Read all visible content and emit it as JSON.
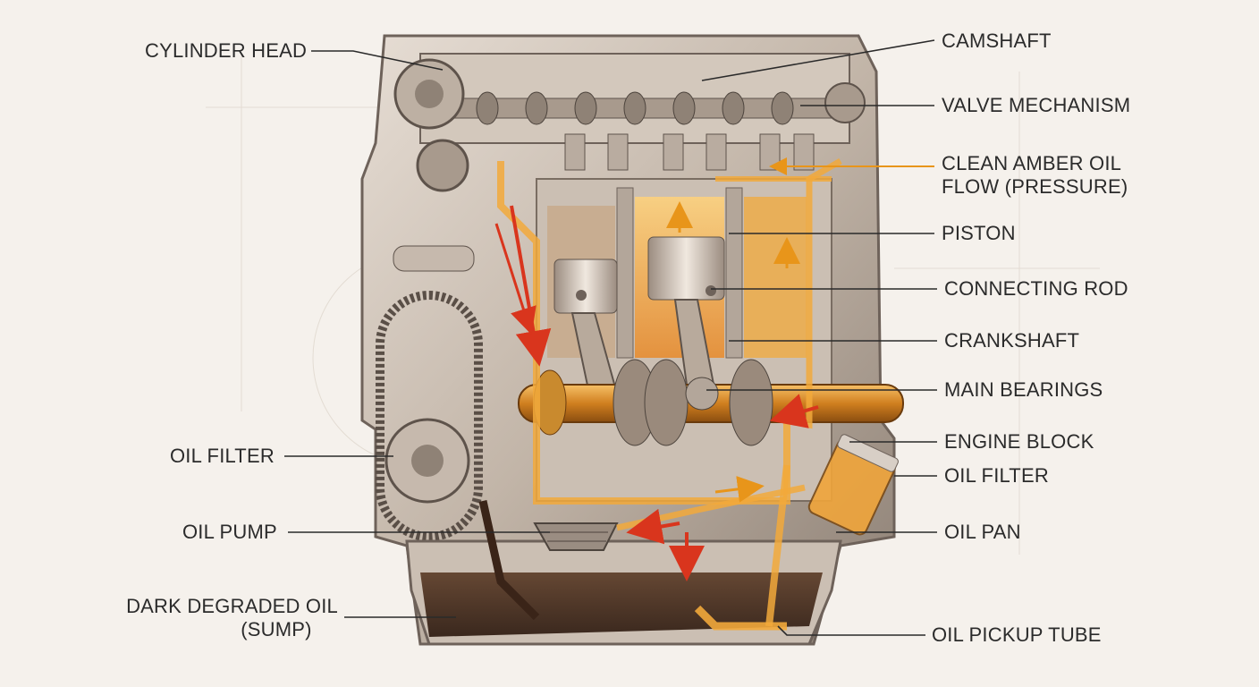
{
  "labels": {
    "cylinder_head": "CYLINDER HEAD",
    "oil_filter_left": "OIL FILTER",
    "oil_pump": "OIL PUMP",
    "dark_oil_line1": "DARK DEGRADED OIL",
    "dark_oil_line2": "(SUMP)",
    "camshaft": "CAMSHAFT",
    "valve_mechanism": "VALVE MECHANISM",
    "clean_oil_line1": "CLEAN AMBER OIL",
    "clean_oil_line2": "FLOW (PRESSURE)",
    "piston": "PISTON",
    "connecting_rod": "CONNECTING ROD",
    "crankshaft": "CRANKSHAFT",
    "main_bearings": "MAIN BEARINGS",
    "engine_block": "ENGINE BLOCK",
    "oil_filter_right": "OIL FILTER",
    "oil_pan": "OIL PAN",
    "oil_pickup_tube": "OIL PICKUP TUBE"
  },
  "colors": {
    "background": "#f5f1ec",
    "metal_light": "#d8cfc6",
    "metal_mid": "#b3a69a",
    "metal_dark": "#6e625a",
    "clean_oil": "#f2a93b",
    "hot_glow": "#f7c46a",
    "dirty_oil": "#3a2418",
    "flow_arrow_red": "#d9351d",
    "flow_arrow_amber": "#e8951a"
  }
}
